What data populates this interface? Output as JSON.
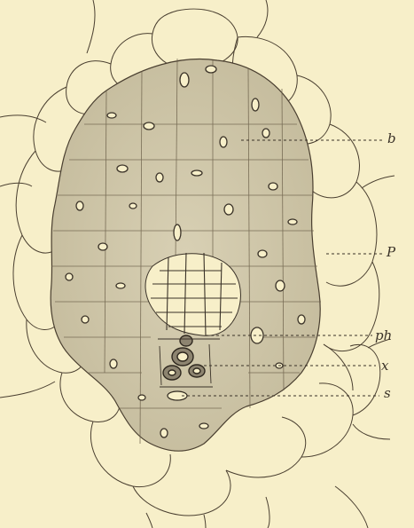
{
  "labels": {
    "b": "b",
    "p": "P",
    "ph": "ph",
    "x": "x",
    "s": "s"
  },
  "colors": {
    "background": "#f7efc9",
    "ink": "#4a3f30",
    "bundle_sheath_cell": "#cfc6aa",
    "parenchyma_cell": "#f7efc9"
  }
}
